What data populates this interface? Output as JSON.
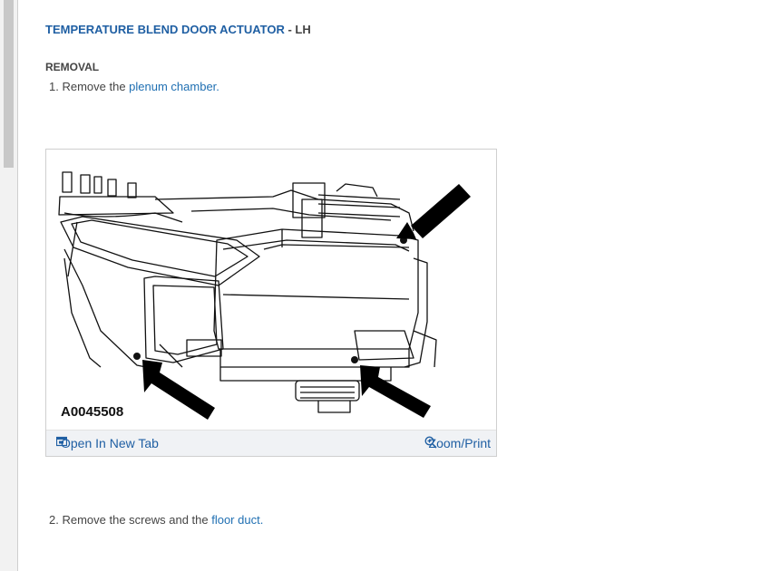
{
  "header": {
    "title_link": "TEMPERATURE BLEND DOOR ACTUATOR",
    "title_suffix": " - LH"
  },
  "section_heading": "REMOVAL",
  "steps": [
    {
      "number": "1.",
      "text": "Remove the ",
      "link": "plenum chamber",
      "end": "."
    },
    {
      "number": "2.",
      "text": "Remove the screws and the ",
      "link": "floor duct",
      "end": "."
    }
  ],
  "figure": {
    "label": "A0045508",
    "open_tab": "Open In New Tab",
    "zoom_print": "Zoom/Print",
    "open_tab_icon": "open-new-tab-icon",
    "zoom_icon": "zoom-magnifier-icon"
  },
  "colors": {
    "link": "#1f5fa3",
    "text": "#444444"
  }
}
